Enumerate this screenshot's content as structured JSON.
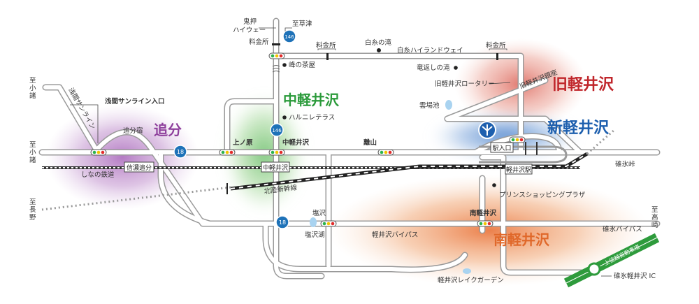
{
  "colors": {
    "oiwake": "#8e3f9c",
    "naka": "#2a9a3a",
    "kyu": "#c0262b",
    "shin": "#1d5fae",
    "minami": "#e0682a",
    "expressway": "#2e9b3c",
    "route": "#1e72b8"
  },
  "areas": {
    "oiwake": "追分",
    "naka": "中軽井沢",
    "kyu": "旧軽井沢",
    "shin": "新軽井沢",
    "minami": "南軽井沢"
  },
  "labels": {
    "onioshi": "鬼押\nハイウェー",
    "to_kusatsu": "至草津",
    "ryokinsho_1": "料金所",
    "ryokinsho_2": "料金所",
    "ryokinsho_3": "料金所",
    "shiraito_falls": "白糸の滝",
    "shiraito_highland": "白糸ハイランドウェイ",
    "mine_chaya": "峰の茶屋",
    "ryugaeshi": "竜返しの滝",
    "kyu_rotary": "旧軽井沢ロータリー",
    "kyu_ginza": "旧軽井沢銀座",
    "kumoba": "雲場池",
    "harunire": "ハルニレテラス",
    "to_komoro_1": "至小諸",
    "to_komoro_2": "至小諸",
    "asama_sunline_road": "浅間サンライン",
    "asama_sunline_entrance": "浅間サンライン入口",
    "oiwake_juku": "追分宿",
    "kaminohara": "上ノ原",
    "naka_signal": "中軽井沢",
    "hanareyama": "離山",
    "ekimae": "駅入口",
    "usui_pass": "碓氷峠",
    "shinano_railway": "しなの鉄道",
    "shinano_oiwake_station": "信濃追分",
    "naka_station": "中軽井沢",
    "karuizawa_station": "軽井沢駅",
    "hokuriku_shinkansen": "北陸新幹線",
    "prince_plaza": "プリンスショッピングプラザ",
    "to_nagano": "至長野",
    "shiozawa": "塩沢",
    "shiozawako": "塩沢湖",
    "minami_signal": "南軽井沢",
    "bypass": "軽井沢バイパス",
    "to_takasaki": "至高崎",
    "usui_bypass": "碓氷バイパス",
    "lake_gardens": "軽井沢レイクガーデン",
    "joshinetsu": "上信越自動車道",
    "usui_ic": "碓氷軽井沢 IC"
  },
  "routes": {
    "r146_top": "146",
    "r146_mid": "146",
    "r18_west": "18",
    "r18_south": "18"
  },
  "icons": {
    "traffic_signal": "traffic-signal-icon",
    "tollgate": "tollgate-icon",
    "poi_dot": "poi-dot-icon",
    "rotary": "rotary-junction-icon",
    "route_shield": "route-shield-icon",
    "ic_circle": "interchange-icon"
  }
}
